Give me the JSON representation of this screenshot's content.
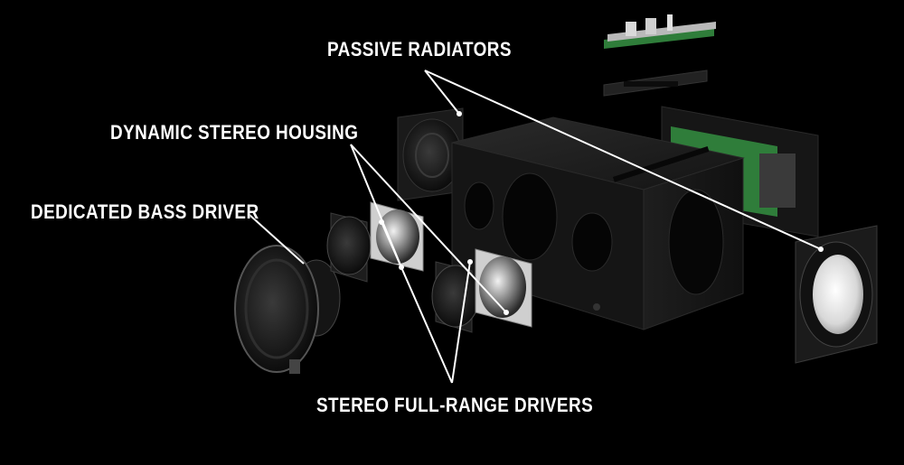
{
  "labels": {
    "passive_radiators": "PASSIVE RADIATORS",
    "dynamic_stereo_housing": "DYNAMIC STEREO HOUSING",
    "dedicated_bass_driver": "DEDICATED BASS DRIVER",
    "stereo_full_range_drivers": "STEREO FULL-RANGE DRIVERS"
  },
  "colors": {
    "background": "#000000",
    "leader_line": "#ffffff",
    "circuit_board": "#2f7d3a",
    "enclosure": "#1c1c1c"
  }
}
